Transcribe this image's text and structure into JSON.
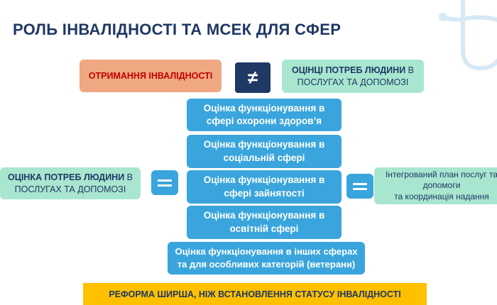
{
  "title": "РОЛЬ ІНВАЛІДНОСТІ ТА МСЕК ДЛЯ СФЕР",
  "top": {
    "left": "ОТРИМАННЯ ІНВАЛІДНОСТІ",
    "operator": "≠",
    "right_bold": "ОЦІНЦІ ПОТРЕБ ЛЮДИНИ",
    "right_rest": " В ПОСЛУГАХ ТА ДОПОМОЗІ"
  },
  "left_box": {
    "bold": "ОЦІНКА ПОТРЕБ ЛЮДИНИ",
    "rest": " В ПОСЛУГАХ ТА ДОПОМОЗІ"
  },
  "right_box": {
    "line1": "Інтегрований план послуг та",
    "line2": "допомоги",
    "line3": "та координація надання"
  },
  "assessments": [
    "Оцінка функціонування в сфері охорони здоров’я",
    "Оцінка функціонування в соціальній сфері",
    "Оцінка функціонування в сфері зайнятості",
    "Оцінка функціонування в освітній сфері",
    "Оцінка функціонування в інших сферах та для особливих категорій (ветерани)"
  ],
  "bottom_banner": "РЕФОРМА ШИРША, НІЖ ВСТАНОВЛЕННЯ СТАТУСУ ІНВАЛІДНОСТІ",
  "colors": {
    "title": "#1f3864",
    "orange": "#f0a882",
    "green": "#a8e6cf",
    "blue": "#3aa5dc",
    "yellow": "#ffc000",
    "navy": "#1f3864"
  }
}
